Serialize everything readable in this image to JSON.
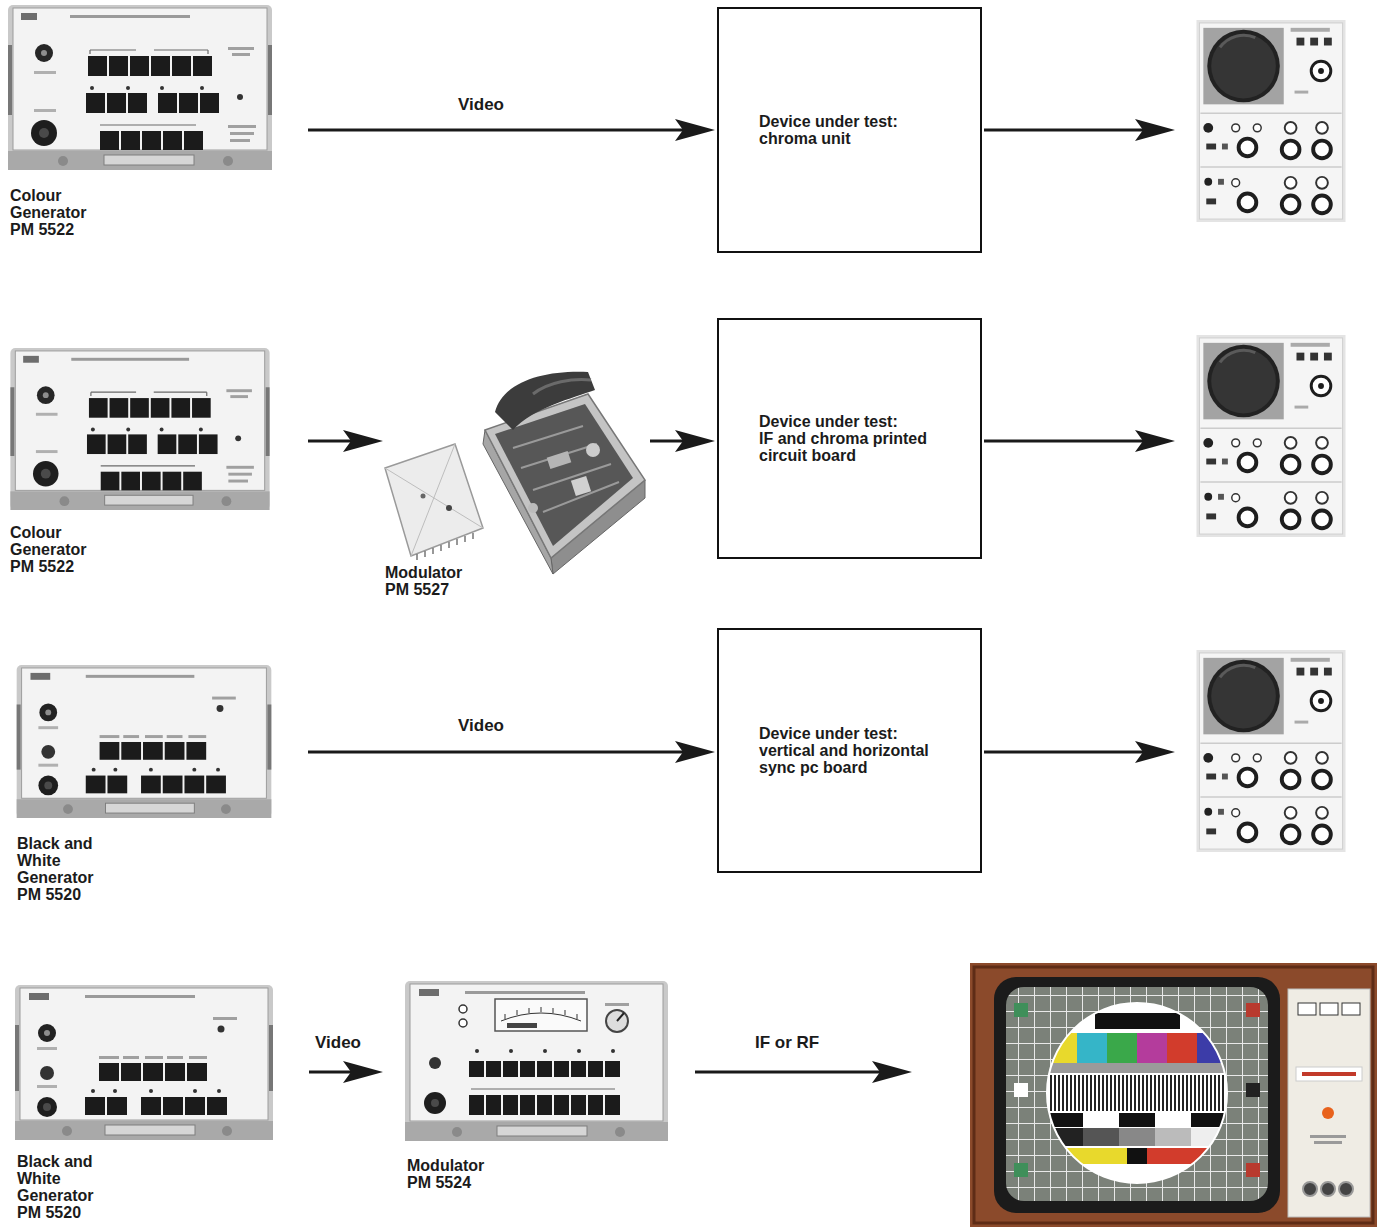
{
  "diagram": {
    "nodes": [
      {
        "text": [
          "Colour Generator PM 5522"
        ]
      },
      {
        "text": [
          "Device under test:",
          "chroma unit"
        ]
      },
      {
        "text": []
      },
      {
        "text": [
          "Colour Generator PM 5522"
        ]
      },
      {
        "text": [
          "Modulator PM 5527"
        ]
      },
      {
        "text": [
          "Device under test:",
          "IF and chroma printed circuit board"
        ]
      },
      {
        "text": []
      },
      {
        "text": [
          "Black and White Generator PM 5520"
        ]
      },
      {
        "text": [
          "Device under test:",
          "vertical and horizontal sync pc board"
        ]
      },
      {
        "text": []
      },
      {
        "text": [
          "Black and White Generator PM 5520"
        ]
      },
      {
        "text": [
          "Modulator PM 5524"
        ]
      },
      {
        "text": []
      }
    ],
    "edges": [
      {
        "from": 0,
        "to": 1,
        "label": "Video",
        "arrow": "to"
      },
      {
        "from": 1,
        "to": 2,
        "arrow": "to"
      },
      {
        "from": 3,
        "to": 4,
        "arrow": "to"
      },
      {
        "from": 4,
        "to": 5,
        "arrow": "to"
      },
      {
        "from": 5,
        "to": 6,
        "arrow": "to"
      },
      {
        "from": 7,
        "to": 8,
        "label": "Video",
        "arrow": "to"
      },
      {
        "from": 8,
        "to": 9,
        "arrow": "to"
      },
      {
        "from": 10,
        "to": 11,
        "label": "Video",
        "arrow": "to"
      },
      {
        "from": 11,
        "to": 12,
        "label": "IF or RF",
        "arrow": "to"
      }
    ]
  }
}
